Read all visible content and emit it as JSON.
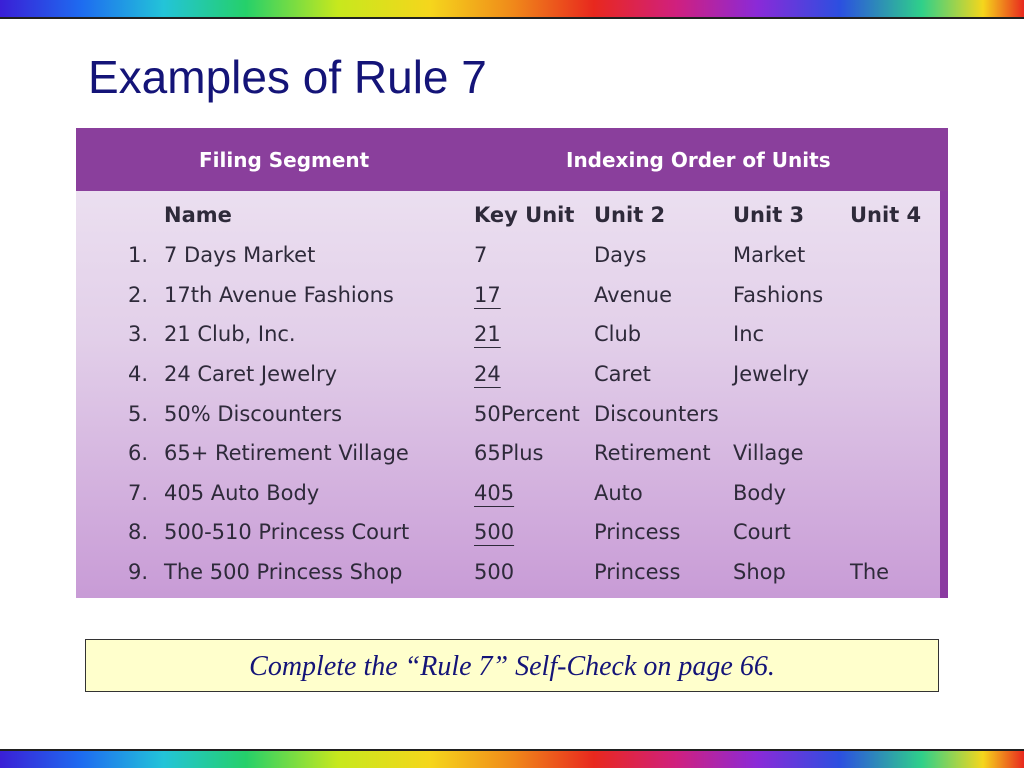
{
  "slide": {
    "title": "Examples of Rule 7",
    "note": "Complete the “Rule 7” Self-Check on page 66."
  },
  "table": {
    "group_headers": {
      "filing": "Filing Segment",
      "indexing": "Indexing Order of Units"
    },
    "columns": {
      "name": "Name",
      "key": "Key Unit",
      "u2": "Unit 2",
      "u3": "Unit 3",
      "u4": "Unit 4"
    },
    "rows": [
      {
        "num": "1.",
        "name": "7 Days Market",
        "key": "7",
        "u2": "Days",
        "u3": "Market",
        "u4": ""
      },
      {
        "num": "2.",
        "name": "17th Avenue Fashions",
        "key": "17",
        "u2": "Avenue",
        "u3": "Fashions",
        "u4": ""
      },
      {
        "num": "3.",
        "name": "21 Club, Inc.",
        "key": "21",
        "u2": "Club",
        "u3": "Inc",
        "u4": ""
      },
      {
        "num": "4.",
        "name": "24 Caret Jewelry",
        "key": "24",
        "u2": "Caret",
        "u3": "Jewelry",
        "u4": ""
      },
      {
        "num": "5.",
        "name": "50% Discounters",
        "key": "50Percent",
        "u2": "Discounters",
        "u3": "",
        "u4": ""
      },
      {
        "num": "6.",
        "name": "65+ Retirement Village",
        "key": "65Plus",
        "u2": "Retirement",
        "u3": "Village",
        "u4": ""
      },
      {
        "num": "7.",
        "name": "405 Auto Body",
        "key": "405",
        "u2": "Auto",
        "u3": "Body",
        "u4": ""
      },
      {
        "num": "8.",
        "name": "500-510 Princess Court",
        "key": "500",
        "u2": "Princess",
        "u3": "Court",
        "u4": ""
      },
      {
        "num": "9.",
        "name": "The 500 Princess Shop",
        "key": "500",
        "u2": "Princess",
        "u3": "Shop",
        "u4": "The"
      }
    ]
  }
}
